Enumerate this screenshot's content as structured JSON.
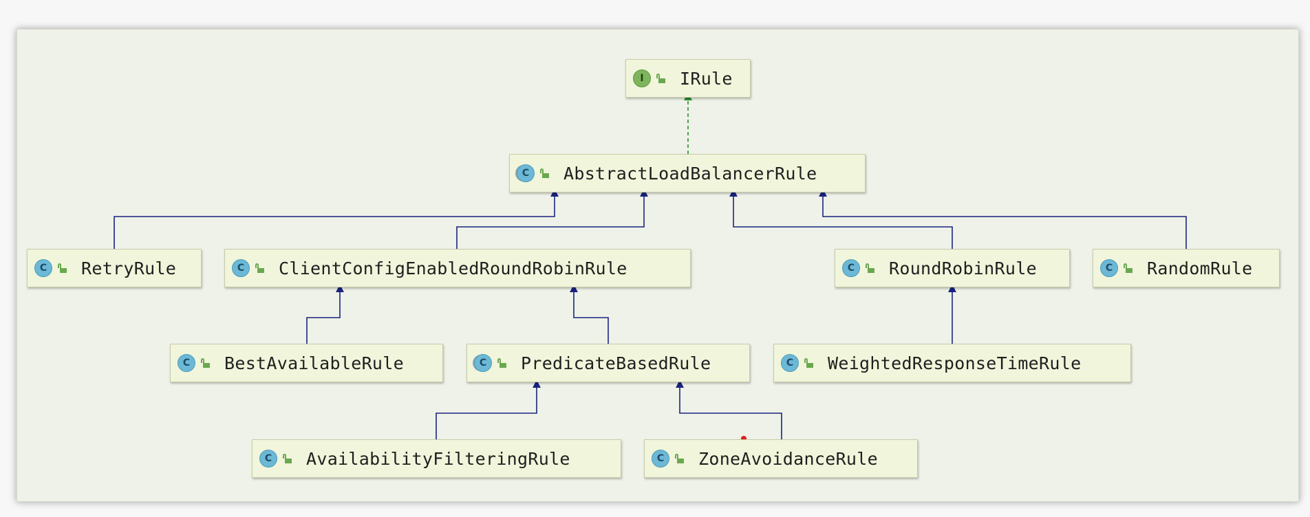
{
  "diagram": {
    "nodes": [
      {
        "id": "irule",
        "kind": "interface",
        "kind_letter": "I",
        "label": "IRule"
      },
      {
        "id": "abstract",
        "kind": "abstract-class",
        "kind_letter": "C",
        "label": "AbstractLoadBalancerRule"
      },
      {
        "id": "retry",
        "kind": "class",
        "kind_letter": "C",
        "label": "RetryRule"
      },
      {
        "id": "clientconfig",
        "kind": "class",
        "kind_letter": "C",
        "label": "ClientConfigEnabledRoundRobinRule"
      },
      {
        "id": "roundrobin",
        "kind": "class",
        "kind_letter": "C",
        "label": "RoundRobinRule"
      },
      {
        "id": "random",
        "kind": "class",
        "kind_letter": "C",
        "label": "RandomRule"
      },
      {
        "id": "bestavailable",
        "kind": "class",
        "kind_letter": "C",
        "label": "BestAvailableRule"
      },
      {
        "id": "predicate",
        "kind": "abstract-class",
        "kind_letter": "C",
        "label": "PredicateBasedRule"
      },
      {
        "id": "weighted",
        "kind": "class",
        "kind_letter": "C",
        "label": "WeightedResponseTimeRule"
      },
      {
        "id": "availability",
        "kind": "class",
        "kind_letter": "C",
        "label": "AvailabilityFilteringRule"
      },
      {
        "id": "zone",
        "kind": "class",
        "kind_letter": "C",
        "label": "ZoneAvoidanceRule"
      }
    ],
    "edges": [
      {
        "from": "abstract",
        "to": "irule",
        "type": "implements"
      },
      {
        "from": "retry",
        "to": "abstract",
        "type": "extends"
      },
      {
        "from": "clientconfig",
        "to": "abstract",
        "type": "extends"
      },
      {
        "from": "roundrobin",
        "to": "abstract",
        "type": "extends"
      },
      {
        "from": "random",
        "to": "abstract",
        "type": "extends"
      },
      {
        "from": "bestavailable",
        "to": "clientconfig",
        "type": "extends"
      },
      {
        "from": "predicate",
        "to": "clientconfig",
        "type": "extends"
      },
      {
        "from": "weighted",
        "to": "roundrobin",
        "type": "extends"
      },
      {
        "from": "availability",
        "to": "predicate",
        "type": "extends"
      },
      {
        "from": "zone",
        "to": "predicate",
        "type": "extends"
      }
    ],
    "colors": {
      "implements_edge": "#2e8b2e",
      "extends_edge": "#1a237e",
      "node_fill": "#f1f5db",
      "class_icon": "#6cb8d6",
      "interface_icon": "#7eb55c"
    }
  }
}
